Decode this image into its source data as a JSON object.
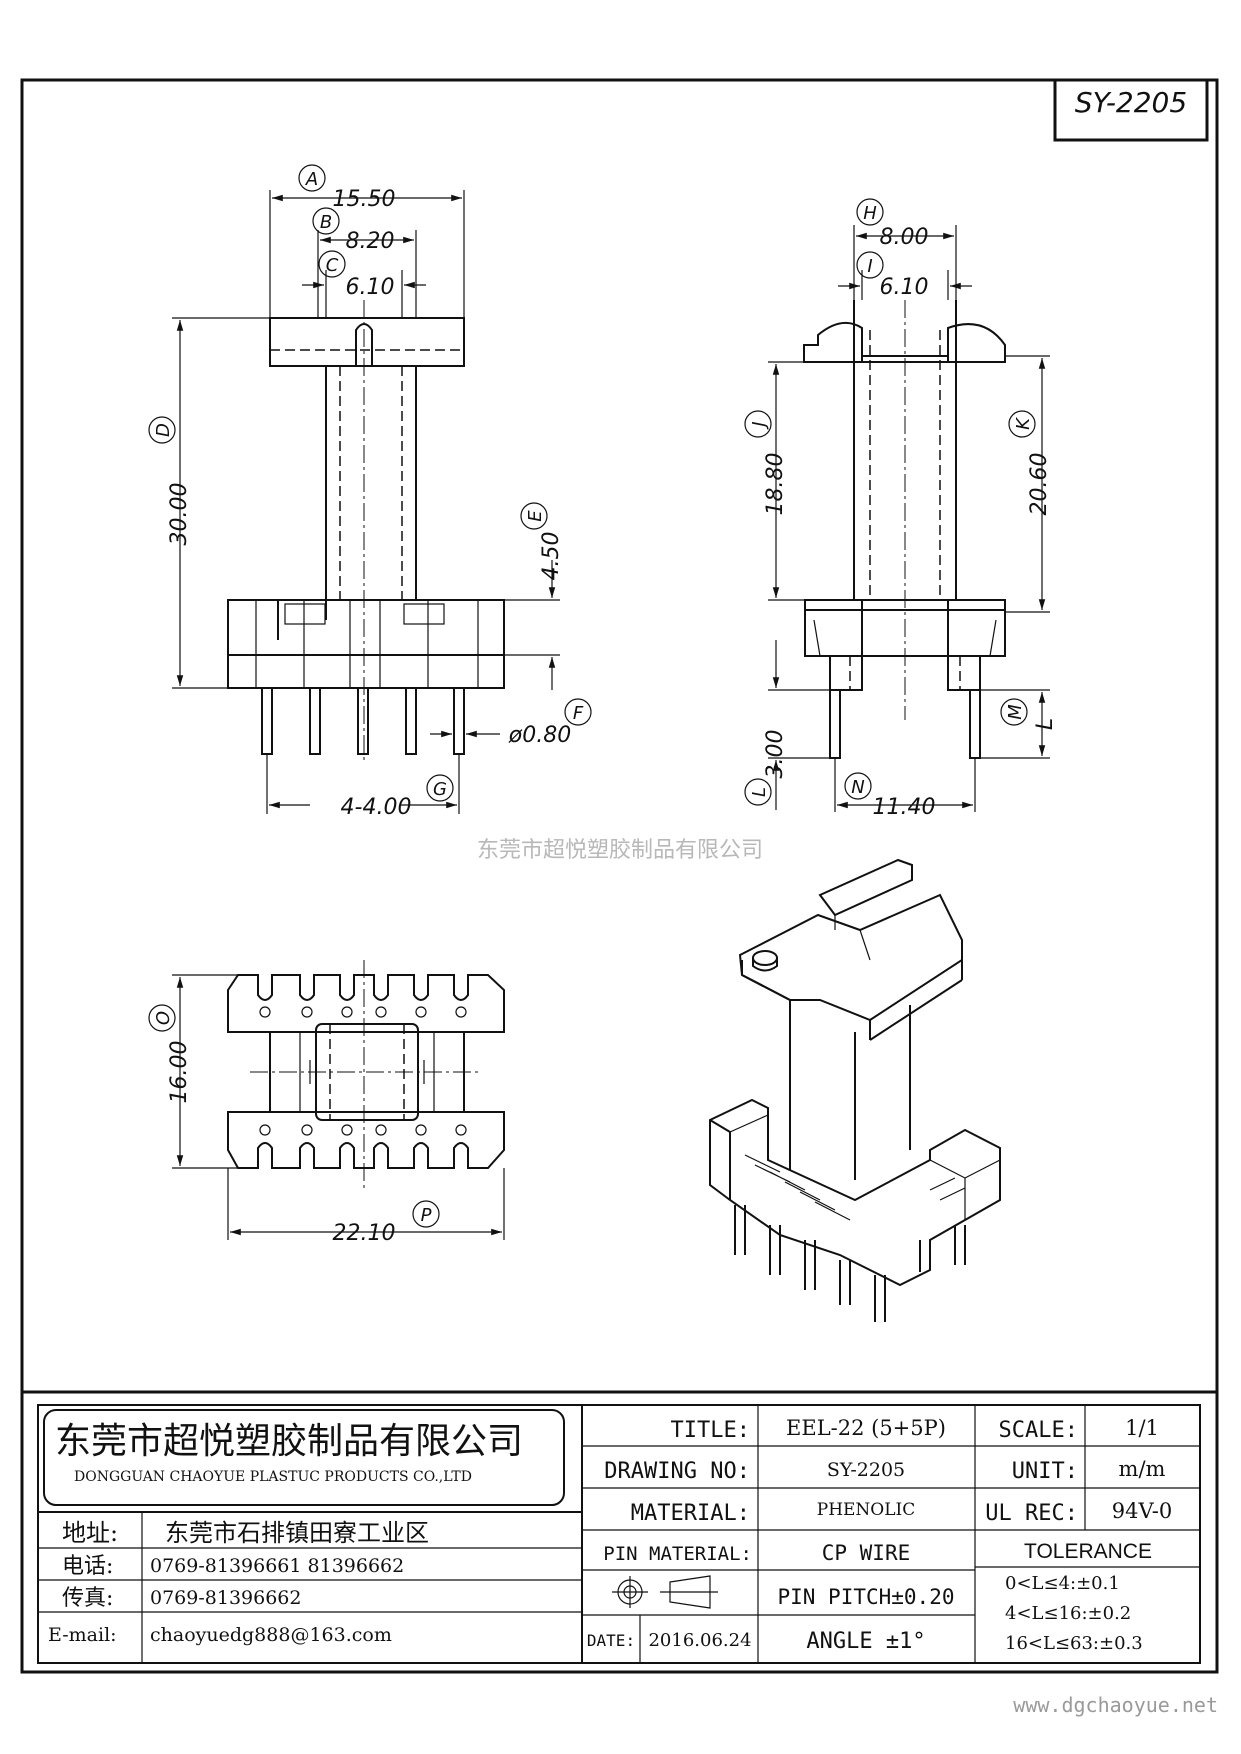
{
  "drawing_code": "SY-2205",
  "watermark_company": "东莞市超悦塑胶制品有限公司",
  "watermark_url": "www.dgchaoyue.net",
  "front_view": {
    "A": "A",
    "A_value": "15.50",
    "B": "B",
    "B_value": "8.20",
    "C": "C",
    "C_value": "6.10",
    "D": "D",
    "D_value": "30.00",
    "E": "E",
    "E_value": "4.50",
    "F": "F",
    "F_value": "ø0.80",
    "G": "G",
    "G_value": "4-4.00"
  },
  "side_view": {
    "H": "H",
    "H_value": "8.00",
    "I": "I",
    "I_value": "6.10",
    "J": "J",
    "J_value": "18.80",
    "K": "K",
    "K_value": "20.60",
    "L": "L",
    "L_value": "3.00",
    "M": "M",
    "M_value": "L",
    "N": "N",
    "N_value": "11.40"
  },
  "bottom_view": {
    "O": "O",
    "O_value": "16.00",
    "P": "P",
    "P_value": "22.10"
  },
  "title_block": {
    "company_cn": "东莞市超悦塑胶制品有限公司",
    "company_en": "DONGGUAN CHAOYUE PLASTUC PRODUCTS CO.,LTD",
    "address_label": "地址:",
    "address_value": "东莞市石排镇田寮工业区",
    "phone_label": "电话:",
    "phone_value": "0769-81396661  81396662",
    "fax_label": "传真:",
    "fax_value": "0769-81396662",
    "email_label": "E-mail:",
    "email_value": "chaoyuedg888@163.com",
    "title_label": "TITLE:",
    "title_value": "EEL-22 (5+5P)",
    "drawing_no_label": "DRAWING NO:",
    "drawing_no_value": "SY-2205",
    "material_label": "MATERIAL:",
    "material_value": "PHENOLIC",
    "pin_material_label": "PIN MATERIAL:",
    "pin_material_value": "CP WIRE",
    "pin_pitch": "PIN PITCH±0.20",
    "date_label": "DATE:",
    "date_value": "2016.06.24",
    "angle": "ANGLE  ±1°",
    "scale_label": "SCALE:",
    "scale_value": "1/1",
    "unit_label": "UNIT:",
    "unit_value": "m/m",
    "ul_label": "UL REC:",
    "ul_value": "94V-0",
    "tolerance_label": "TOLERANCE",
    "tolerance_1": "0<L≤4:±0.1",
    "tolerance_2": "4<L≤16:±0.2",
    "tolerance_3": "16<L≤63:±0.3"
  }
}
